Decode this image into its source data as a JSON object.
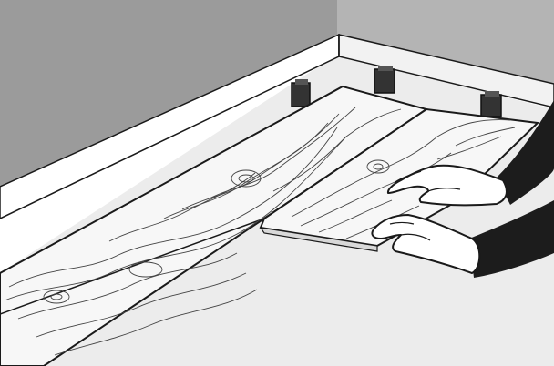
{
  "colors": {
    "wall": "#9b9b9b",
    "wall_side": "#a8a8a8",
    "baseboard": "#ffffff",
    "baseboard_shadow": "#c9c9c9",
    "floor": "#ececec",
    "plank": "#f7f7f7",
    "outline": "#1a1a1a",
    "spacer": "#3a3a3a",
    "sleeve": "#1c1c1c",
    "hand": "#ffffff"
  },
  "icons": [
    "spacer-block",
    "hand",
    "wood-plank"
  ]
}
